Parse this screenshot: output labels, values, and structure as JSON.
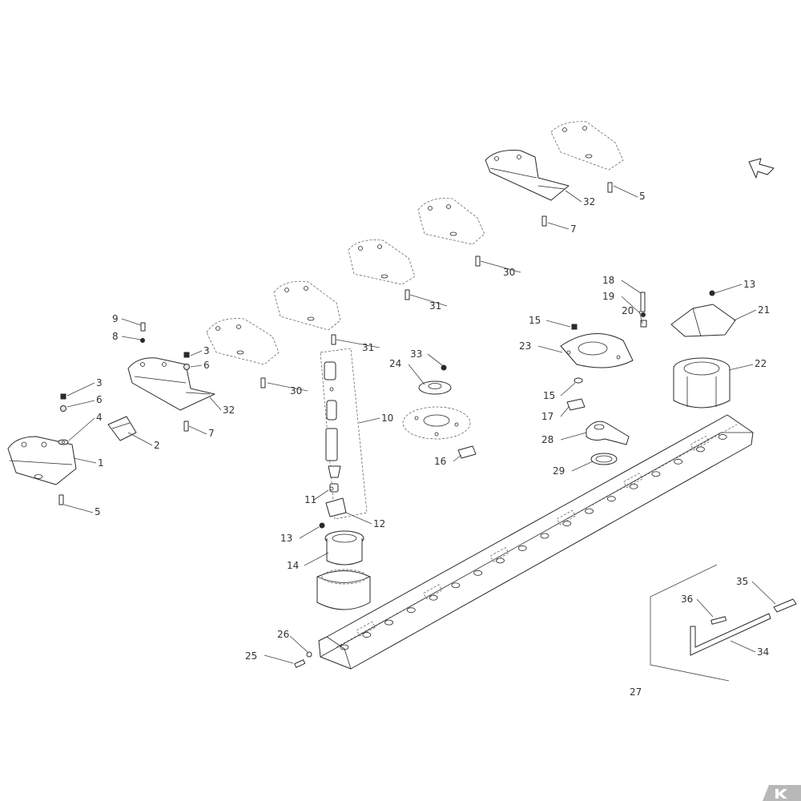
{
  "callouts": [
    "1",
    "2",
    "3",
    "3",
    "4",
    "5",
    "5",
    "6",
    "6",
    "7",
    "7",
    "8",
    "9",
    "10",
    "11",
    "12",
    "13",
    "13",
    "14",
    "15",
    "15",
    "16",
    "17",
    "18",
    "19",
    "20",
    "21",
    "22",
    "23",
    "24",
    "25",
    "26",
    "27",
    "28",
    "29",
    "30",
    "30",
    "31",
    "31",
    "32",
    "32",
    "33",
    "34",
    "35",
    "36"
  ],
  "icons": {
    "direction_arrow": "direction-arrow-icon",
    "brand_logo": "kramp-logo-icon"
  },
  "colors": {
    "line": "#2a2a2a",
    "logo_bg": "#b8b8b8"
  }
}
